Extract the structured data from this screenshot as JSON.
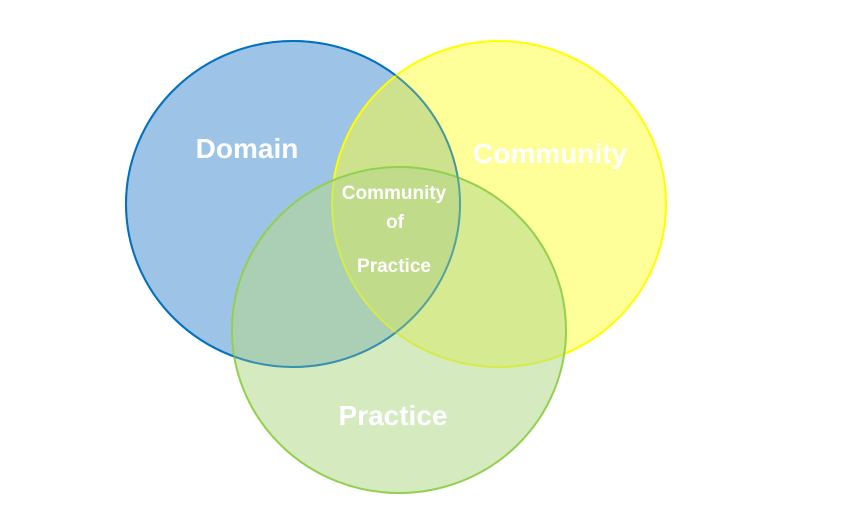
{
  "diagram": {
    "title": "Community of Practice Venn diagram",
    "sets": [
      {
        "name": "Domain",
        "fill": "#9DC3E6",
        "stroke": "#0070C0"
      },
      {
        "name": "Community",
        "fill": "#FFFF66",
        "stroke": "#FFFF00"
      },
      {
        "name": "Practice",
        "fill": "#C5E0A0",
        "stroke": "#92D050"
      }
    ],
    "center_label": {
      "line1": "Community",
      "line2": "of",
      "line3": "Practice"
    }
  }
}
